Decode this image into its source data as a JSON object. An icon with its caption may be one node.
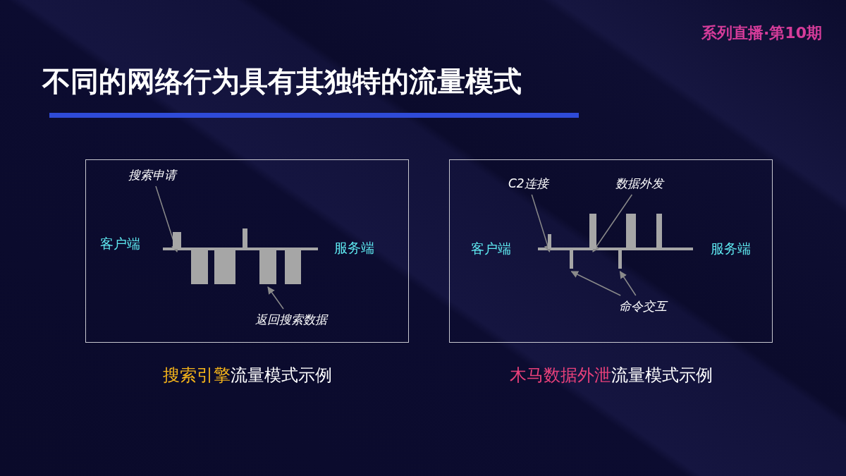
{
  "diagram": {
    "title": "不同的网络行为具有其独特的流量模式",
    "nodes": [
      {
        "text": [],
        "shape": "box",
        "beside": [
          "**搜索引擎**流量模式示例"
        ]
      },
      {
        "text": [
          "搜索申请"
        ],
        "in": 0
      },
      {
        "text": [],
        "shape": "bar",
        "in": 0
      },
      {
        "text": [],
        "shape": "bar",
        "in": 0
      },
      {
        "text": [],
        "shape": "bar",
        "in": 0
      },
      {
        "text": [],
        "shape": "bar",
        "in": 0
      },
      {
        "text": [],
        "shape": "bar",
        "in": 0
      },
      {
        "text": [],
        "shape": "bar",
        "in": 0
      },
      {
        "text": [
          "返回搜索数据"
        ],
        "in": 0
      },
      {
        "text": [],
        "shape": "box",
        "beside": [
          "**木马数据外泄**流量模式示例"
        ]
      },
      {
        "text": [
          "C2连接"
        ],
        "in": 9
      },
      {
        "text": [
          "数据外发"
        ],
        "in": 9
      },
      {
        "text": [],
        "shape": "bar",
        "in": 9
      },
      {
        "text": [],
        "shape": "bar",
        "in": 9
      },
      {
        "text": [],
        "shape": "bar",
        "in": 9
      },
      {
        "text": [],
        "shape": "bar",
        "in": 9
      },
      {
        "text": [],
        "shape": "bar",
        "in": 9
      },
      {
        "text": [],
        "shape": "bar",
        "in": 9
      },
      {
        "text": [
          "命令交互"
        ],
        "in": 9
      }
    ],
    "edges": [
      {
        "from": 1,
        "to": 2,
        "arrow": "to"
      },
      {
        "from": 8,
        "to": 6,
        "arrow": "to"
      },
      {
        "from": 10,
        "to": 12,
        "arrow": "to"
      },
      {
        "from": 11,
        "to": 14,
        "arrow": "to"
      },
      {
        "from": 18,
        "to": 13,
        "arrow": "to"
      },
      {
        "from": 18,
        "to": 15,
        "arrow": "to"
      }
    ],
    "labels": [
      "系列直播·第10期",
      "客户端",
      "服务端",
      "客户端",
      "服务端"
    ]
  }
}
